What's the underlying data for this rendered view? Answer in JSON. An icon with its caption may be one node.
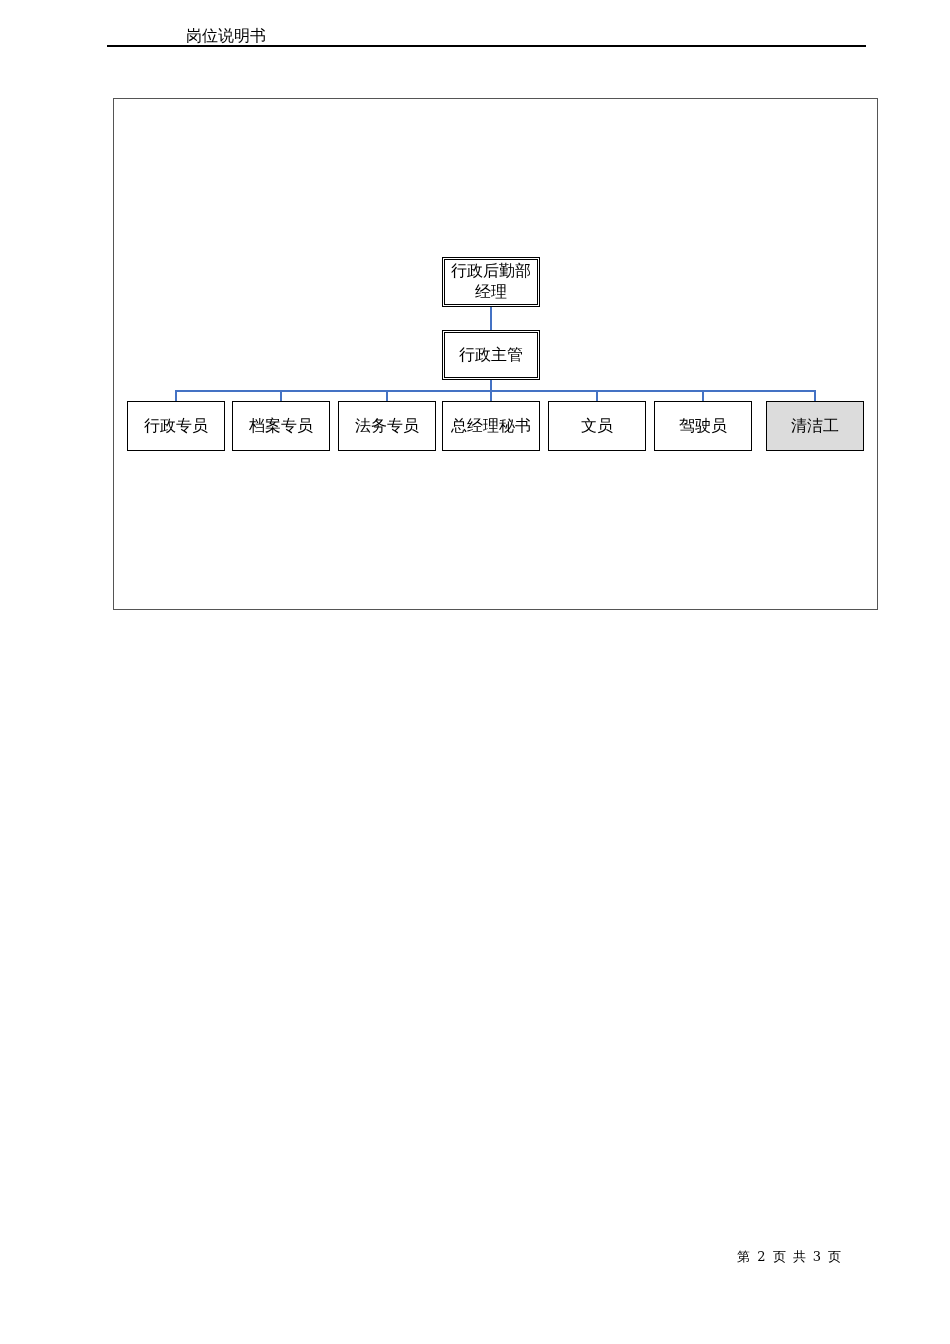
{
  "diagram": {
    "nodes": [
      {
        "text": [],
        "shape": "box"
      },
      {
        "text": [
          "行政后勤部经理"
        ],
        "in": 0
      },
      {
        "text": [
          "行政主管"
        ],
        "in": 0
      },
      {
        "text": [
          "行政专员"
        ],
        "in": 0
      },
      {
        "text": [
          "档案专员"
        ],
        "in": 0
      },
      {
        "text": [
          "法务专员"
        ],
        "in": 0
      },
      {
        "text": [
          "总经理秘书"
        ],
        "in": 0
      },
      {
        "text": [
          "文员"
        ],
        "in": 0
      },
      {
        "text": [
          "驾驶员"
        ],
        "in": 0
      },
      {
        "text": [
          "清洁工"
        ],
        "in": 0
      }
    ],
    "edges": [
      {
        "from": 1,
        "to": 2,
        "arrow": "none"
      },
      {
        "from": 2,
        "to": 3,
        "arrow": "none"
      },
      {
        "from": 2,
        "to": 4,
        "arrow": "none"
      },
      {
        "from": 2,
        "to": 5,
        "arrow": "none"
      },
      {
        "from": 2,
        "to": 6,
        "arrow": "none"
      },
      {
        "from": 2,
        "to": 7,
        "arrow": "none"
      },
      {
        "from": 2,
        "to": 8,
        "arrow": "none"
      },
      {
        "from": 2,
        "to": 9,
        "arrow": "none"
      }
    ],
    "labels": [
      "岗位说明书",
      "第 2 页 共 3 页"
    ]
  }
}
